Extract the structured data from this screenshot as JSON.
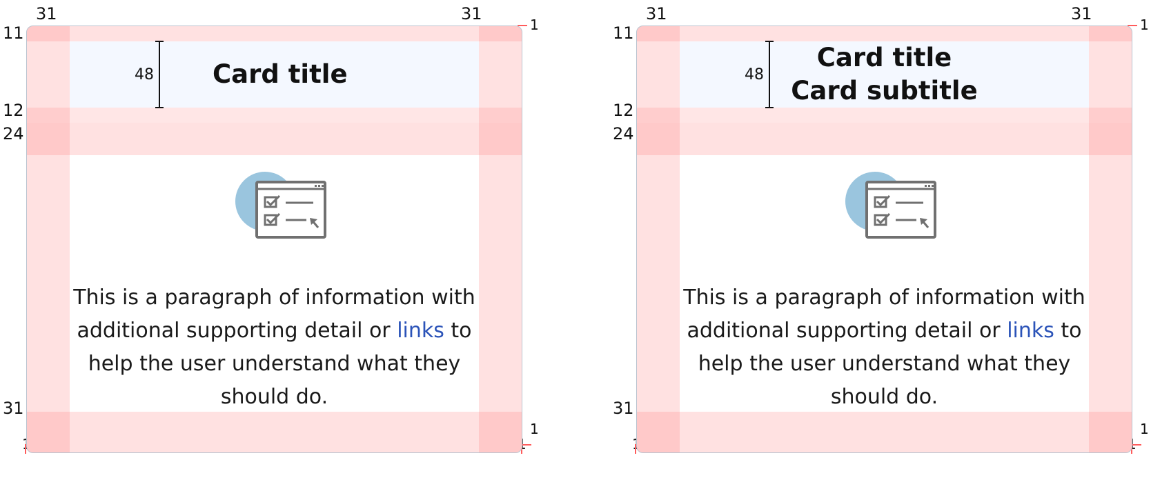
{
  "specs": [
    {
      "title": "Card title",
      "subtitle": "",
      "header_height_label": "48",
      "paragraph": {
        "before_link": "This is a paragraph of information with additional supporting detail or ",
        "link_text": "links",
        "after_link": " to help the user understand what they should do."
      },
      "annotations": {
        "left_padding": "31",
        "right_padding": "31",
        "top_padding": "11",
        "header_gap": "12",
        "content_gap": "24",
        "bottom_padding": "31",
        "border_top_right": "1",
        "border_bottom_right": "1",
        "border_bottom_left": "1",
        "border_bottom_far_right": "1"
      }
    },
    {
      "title": "Card title",
      "subtitle": "Card subtitle",
      "header_height_label": "48",
      "paragraph": {
        "before_link": "This is a paragraph of information with additional supporting detail or ",
        "link_text": "links",
        "after_link": " to help the user understand what they should do."
      },
      "annotations": {
        "left_padding": "31",
        "right_padding": "31",
        "top_padding": "11",
        "header_gap": "12",
        "content_gap": "24",
        "bottom_padding": "31",
        "border_top_right": "1",
        "border_bottom_right": "1",
        "border_bottom_left": "1",
        "border_bottom_far_right": "1"
      }
    }
  ],
  "colors": {
    "padding_overlay": "#ff7676",
    "header_background": "#f4f8ff",
    "link": "#2b53b8",
    "illustration_circle": "#9ac5de",
    "illustration_stroke": "#707070",
    "card_border": "#b9c3cf"
  },
  "icons": [
    "checklist-window-icon"
  ]
}
